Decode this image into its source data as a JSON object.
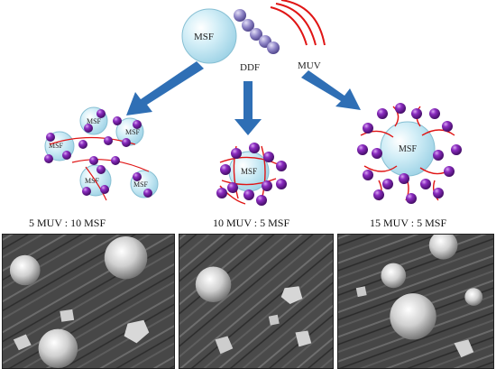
{
  "diagram": {
    "labels": {
      "msf_source": "MSF",
      "ddf": "DDF",
      "muv": "MUV",
      "msf_particle": "MSF"
    },
    "colors": {
      "msf_sphere": "#bfe6f2",
      "msf_outline": "#7fb6cc",
      "ddf_bead": "#8a7fc0",
      "muv_bead": "#7a1fa3",
      "muv_arc": "#e01515",
      "arrow": "#2f6fb5"
    }
  },
  "panels": [
    {
      "caption": "5 MUV : 10 MSF"
    },
    {
      "caption": "10 MUV : 5 MSF"
    },
    {
      "caption": "15 MUV : 5 MSF"
    }
  ]
}
